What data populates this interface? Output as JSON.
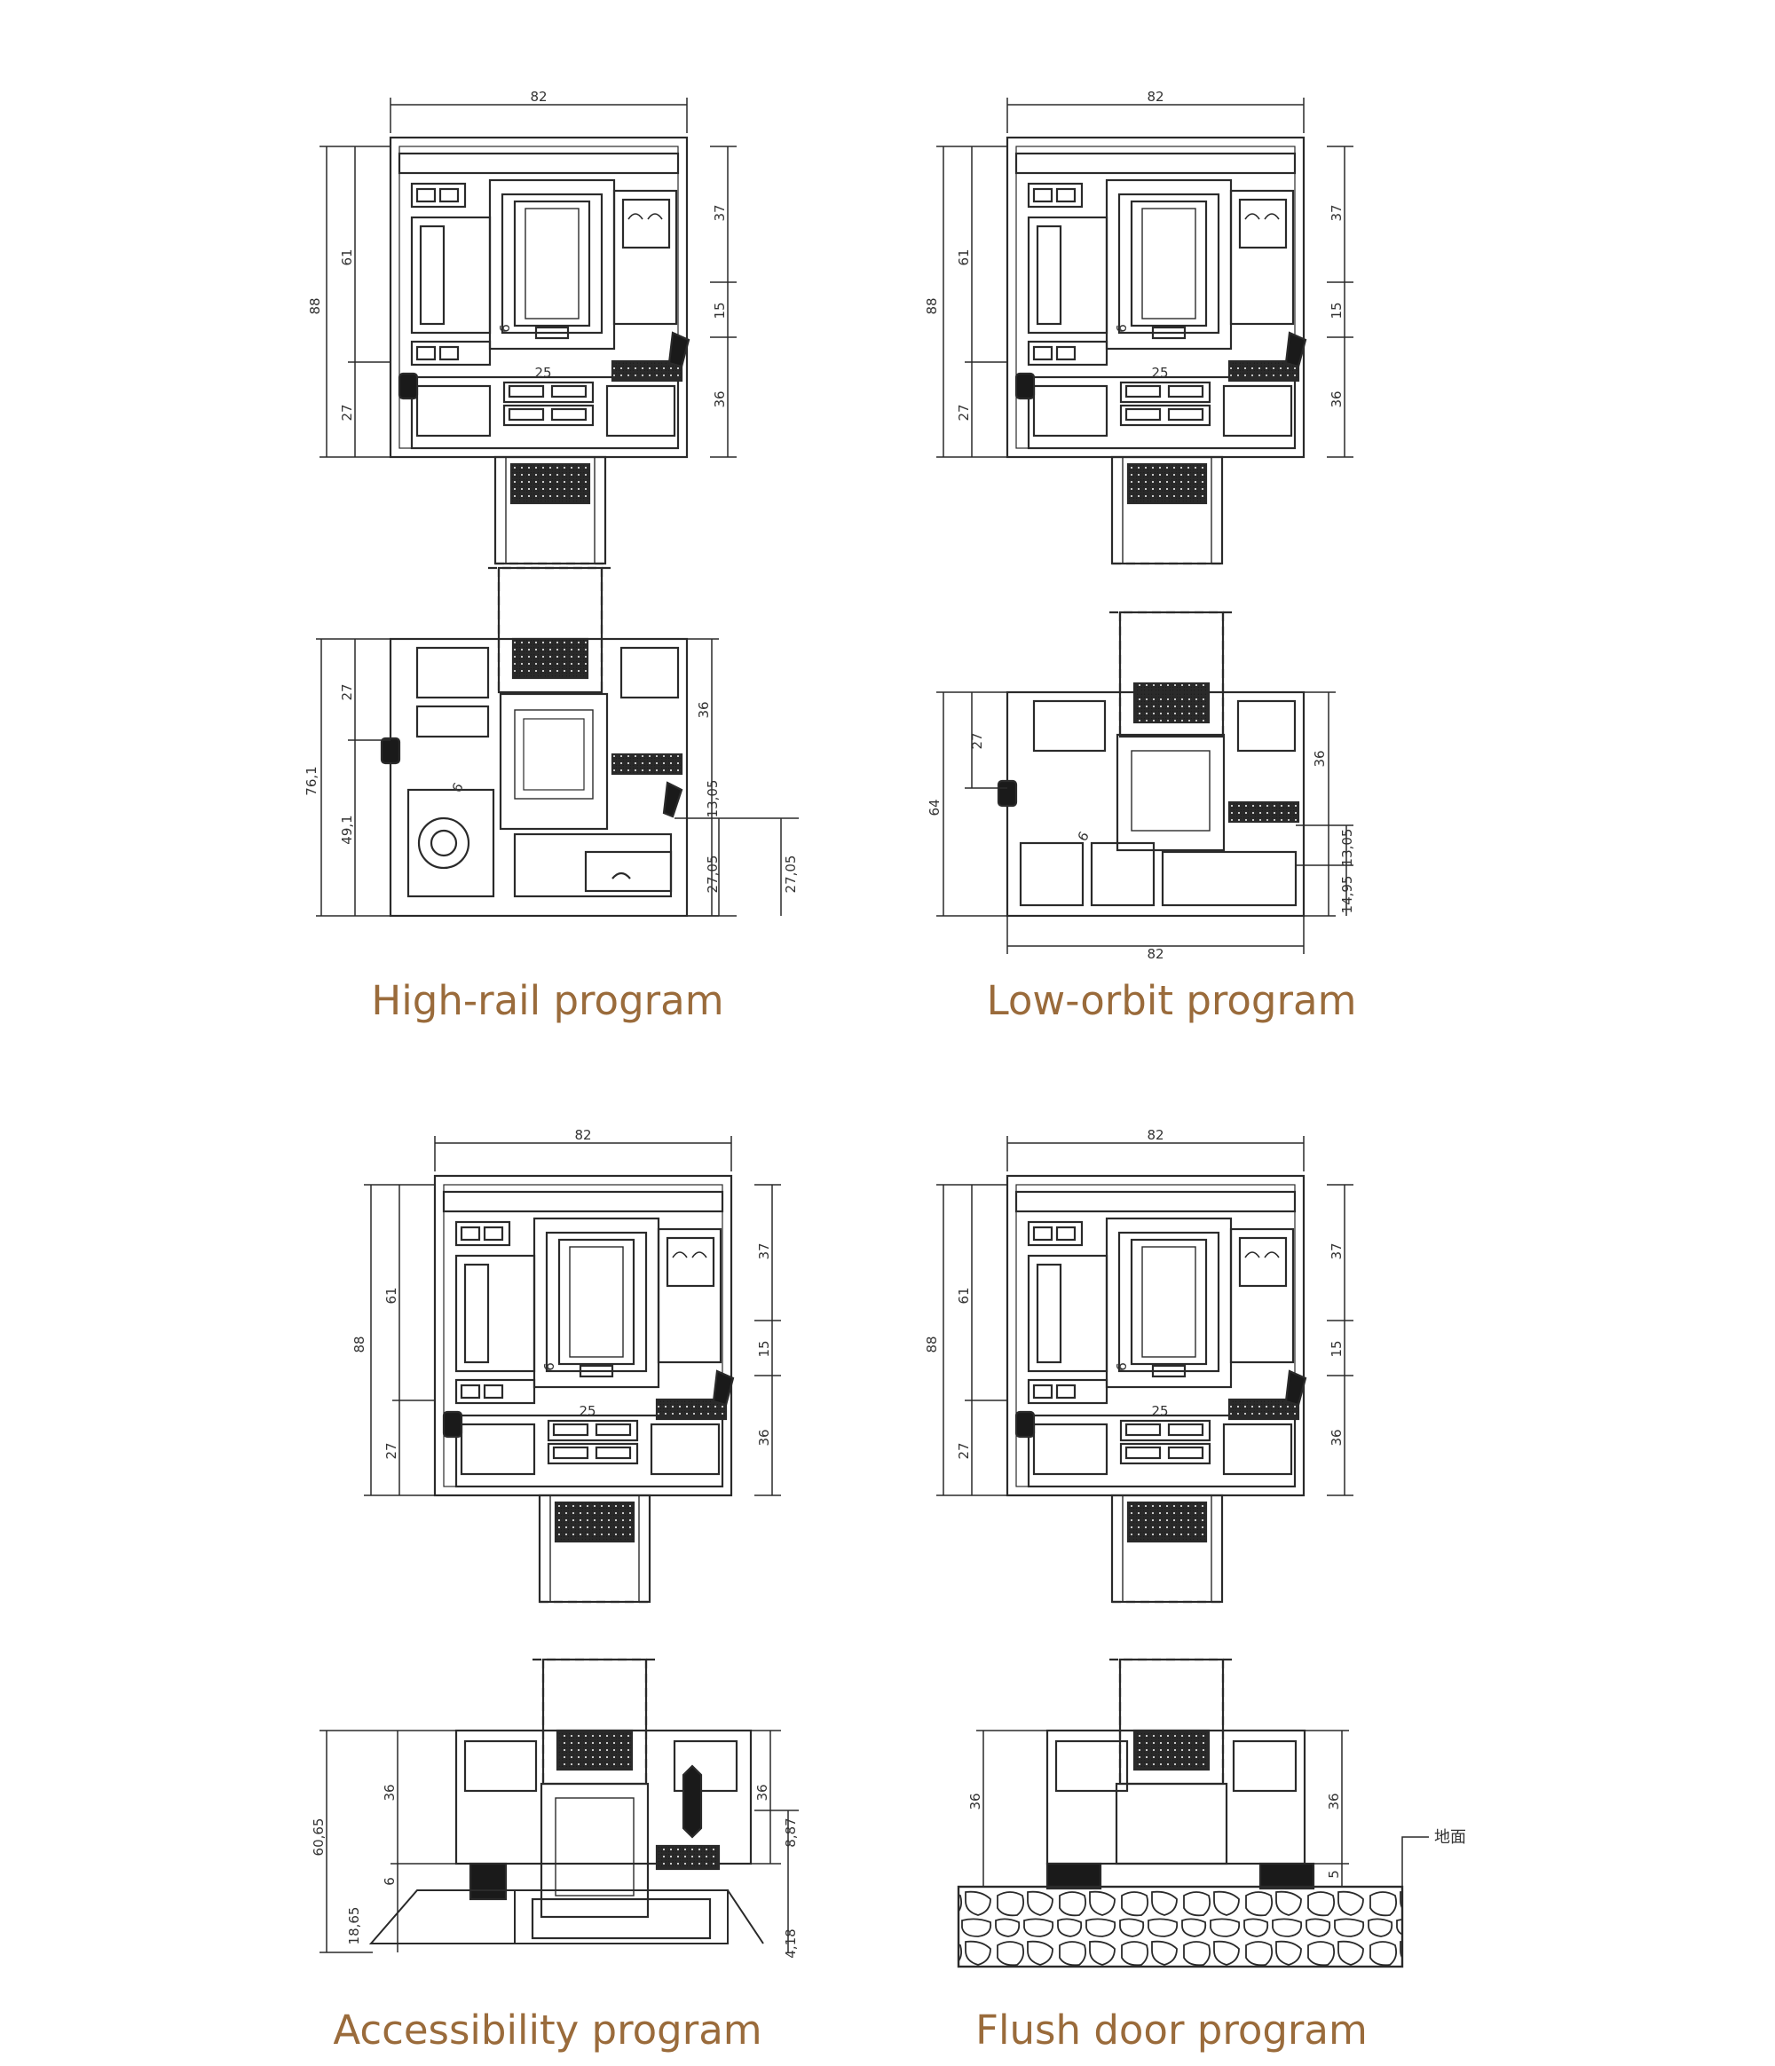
{
  "colors": {
    "caption": "#9a6b3b",
    "line": "#2a2a2a",
    "dim": "#333333"
  },
  "sections": [
    {
      "title": "High-rail program",
      "top": {
        "width": "82",
        "total": "88",
        "upper": "61",
        "lower": "27",
        "r1": "37",
        "r2": "15",
        "r3": "36",
        "gap": "6",
        "mid": "25"
      },
      "bottom": {
        "total": "76,1",
        "upper": "27",
        "lower": "49,1",
        "r1": "36",
        "r2": "13,05",
        "r3": "27,05",
        "r4": "27,05",
        "gap": "6"
      }
    },
    {
      "title": "Low-orbit program",
      "top": {
        "width": "82",
        "total": "88",
        "upper": "61",
        "lower": "27",
        "r1": "37",
        "r2": "15",
        "r3": "36",
        "gap": "6",
        "mid": "25"
      },
      "bottom": {
        "total": "64",
        "upper": "27",
        "r1": "36",
        "r2": "13,05",
        "r3": "14,95",
        "width": "82",
        "gap": "6"
      }
    },
    {
      "title": "Accessibility program",
      "top": {
        "width": "82",
        "total": "88",
        "upper": "61",
        "lower": "27",
        "r1": "37",
        "r2": "15",
        "r3": "36",
        "gap": "6",
        "mid": "25"
      },
      "bottom": {
        "total": "60,65",
        "upper": "36",
        "lower": "18,65",
        "gap": "6",
        "r1": "36",
        "r2": "8,87",
        "r3": "4,18"
      }
    },
    {
      "title": "Flush door program",
      "top": {
        "width": "82",
        "total": "88",
        "upper": "61",
        "lower": "27",
        "r1": "37",
        "r2": "15",
        "r3": "36",
        "gap": "6",
        "mid": "25"
      },
      "bottom": {
        "l1": "36",
        "r1": "36",
        "r2": "5",
        "ground": "地面"
      }
    }
  ]
}
